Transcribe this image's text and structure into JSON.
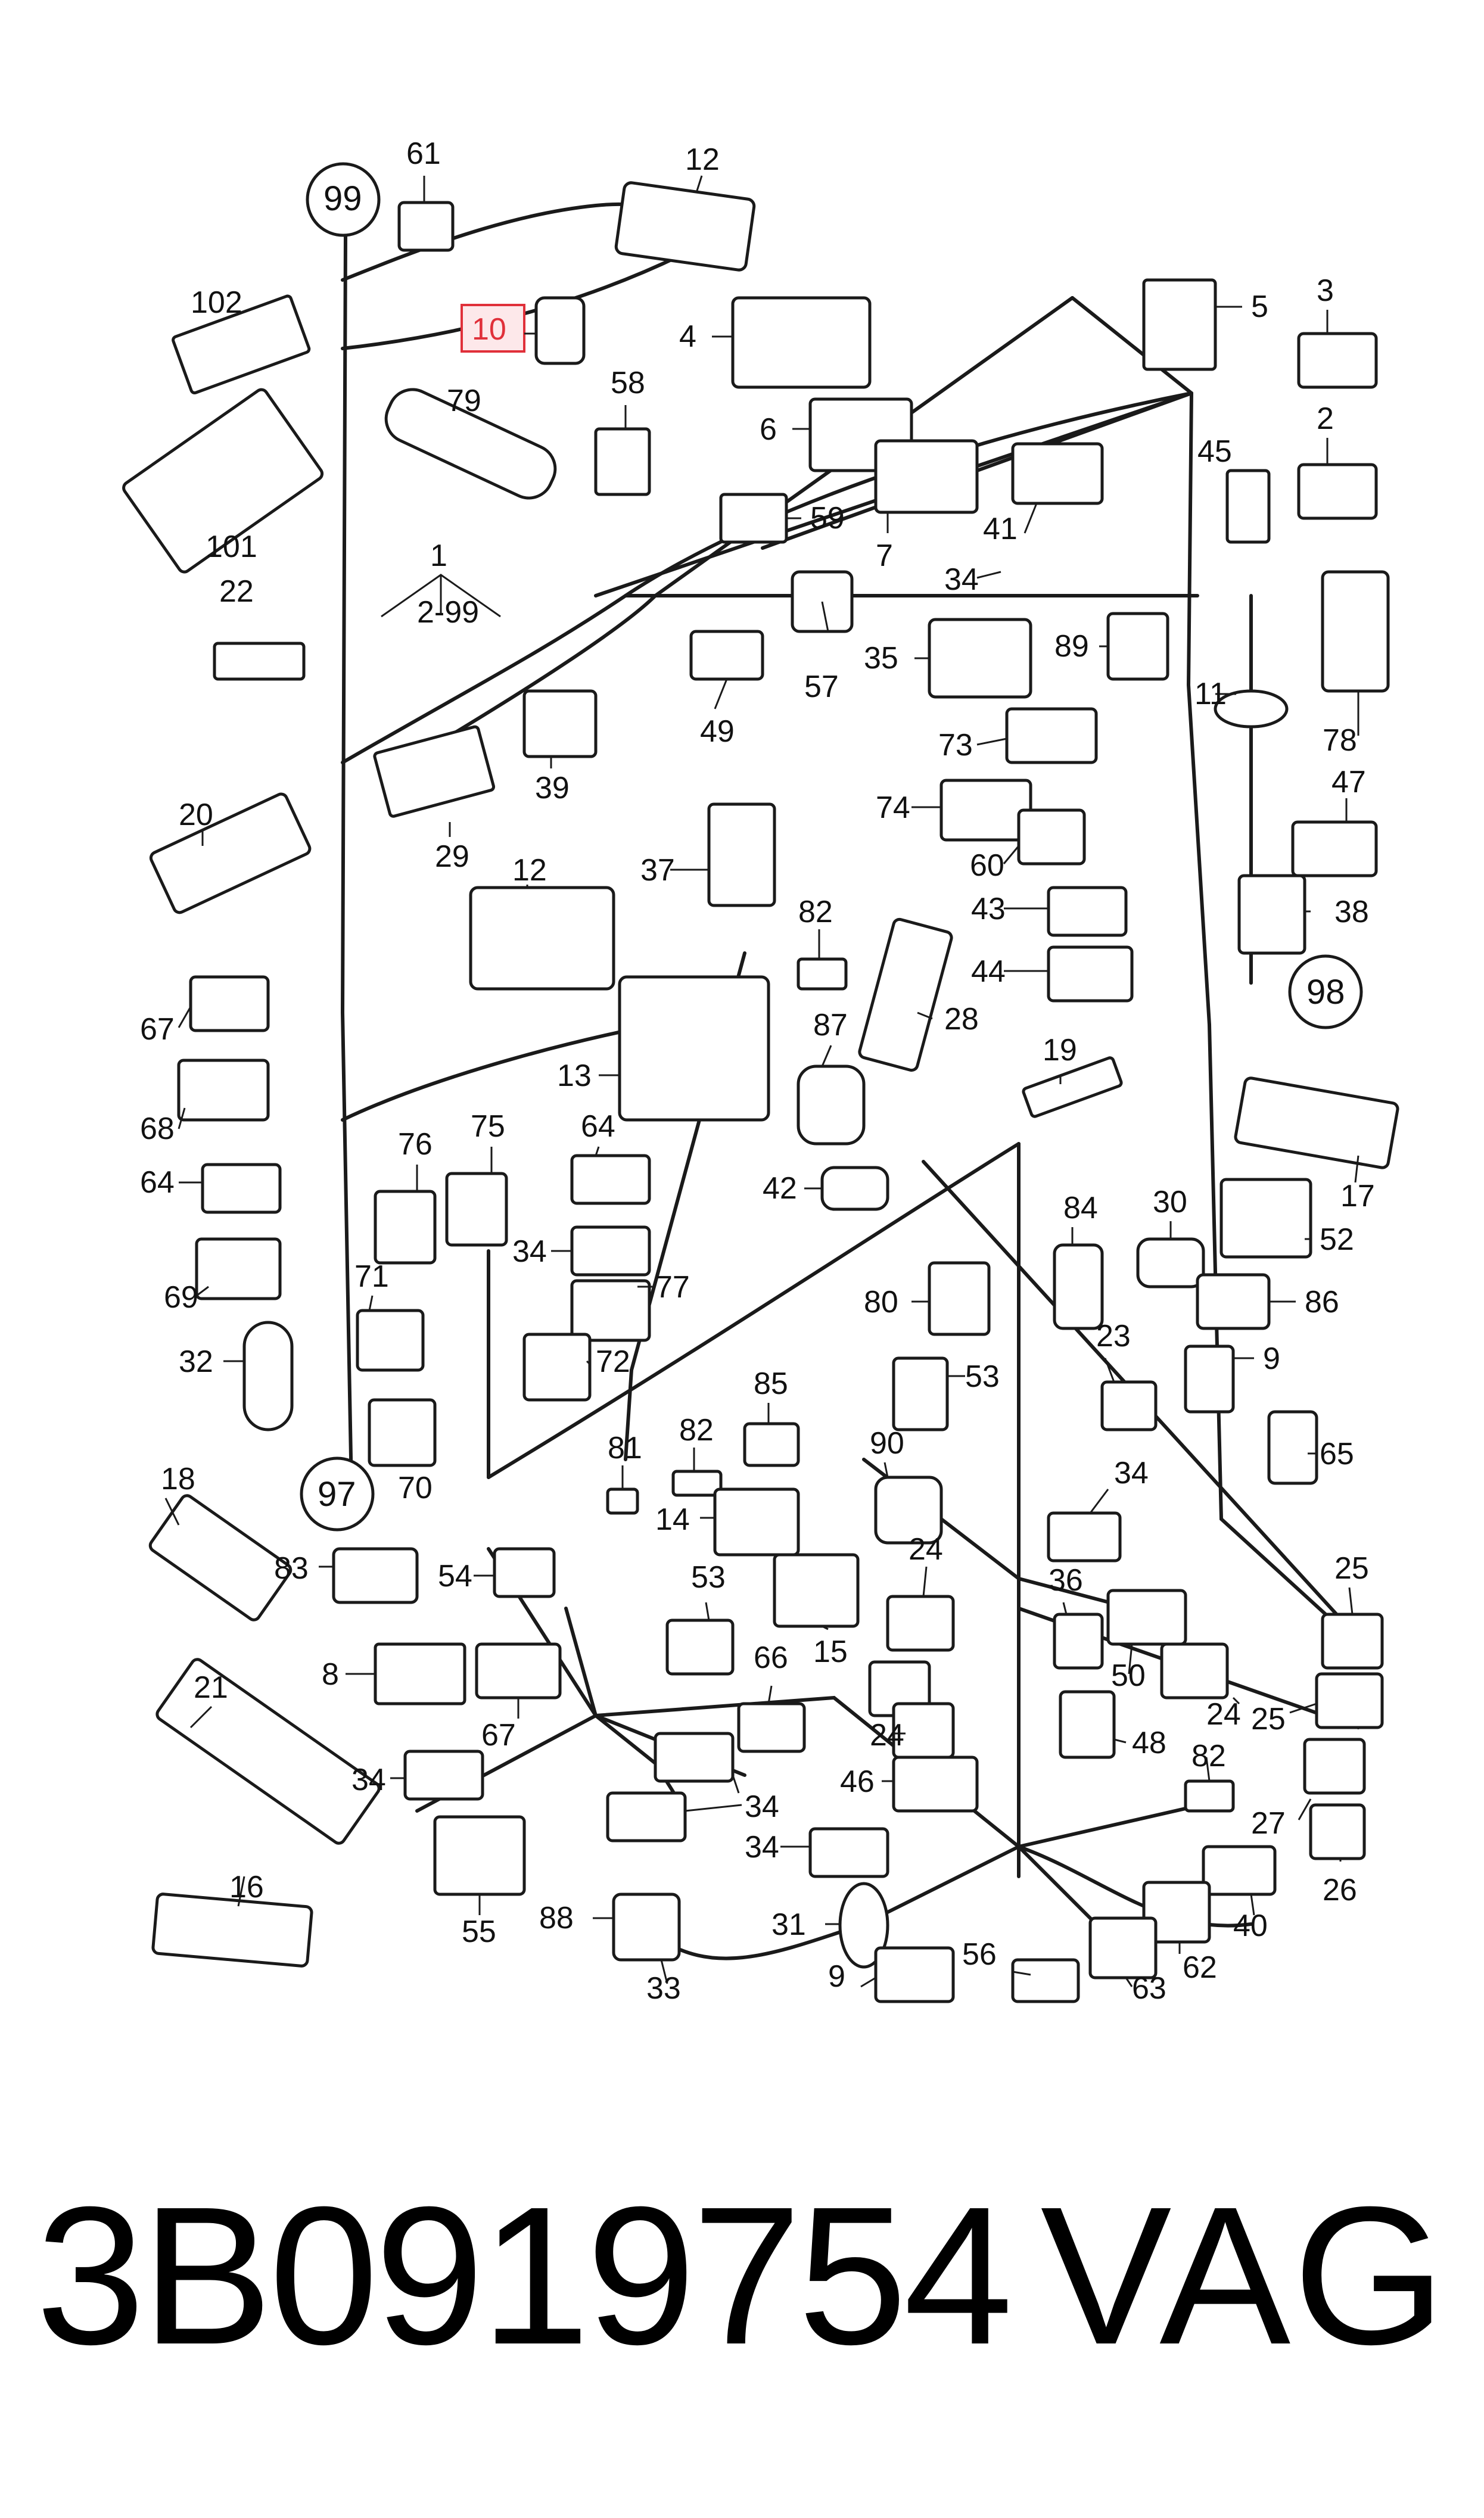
{
  "diagram": {
    "callouts": [
      {
        "id": "c61",
        "text": "61"
      },
      {
        "id": "c12a",
        "text": "12"
      },
      {
        "id": "c99",
        "text": "99",
        "circled": true
      },
      {
        "id": "c102",
        "text": "102"
      },
      {
        "id": "c10",
        "text": "10",
        "highlighted": true
      },
      {
        "id": "c4",
        "text": "4"
      },
      {
        "id": "c5",
        "text": "5"
      },
      {
        "id": "c3",
        "text": "3"
      },
      {
        "id": "c79",
        "text": "79"
      },
      {
        "id": "c58",
        "text": "58"
      },
      {
        "id": "c6",
        "text": "6"
      },
      {
        "id": "c2",
        "text": "2"
      },
      {
        "id": "c45",
        "text": "45"
      },
      {
        "id": "c101",
        "text": "101"
      },
      {
        "id": "c59",
        "text": "59"
      },
      {
        "id": "c41",
        "text": "41"
      },
      {
        "id": "c7",
        "text": "7"
      },
      {
        "id": "c1",
        "text": "1"
      },
      {
        "id": "c2-99",
        "text": "2-99"
      },
      {
        "id": "c22",
        "text": "22"
      },
      {
        "id": "c34a",
        "text": "34"
      },
      {
        "id": "c57",
        "text": "57"
      },
      {
        "id": "c35",
        "text": "35"
      },
      {
        "id": "c89",
        "text": "89"
      },
      {
        "id": "c11",
        "text": "11"
      },
      {
        "id": "c78",
        "text": "78"
      },
      {
        "id": "c49",
        "text": "49"
      },
      {
        "id": "c39",
        "text": "39"
      },
      {
        "id": "c73",
        "text": "73"
      },
      {
        "id": "c47",
        "text": "47"
      },
      {
        "id": "c20",
        "text": "20"
      },
      {
        "id": "c29",
        "text": "29"
      },
      {
        "id": "c74",
        "text": "74"
      },
      {
        "id": "c60",
        "text": "60"
      },
      {
        "id": "c12b",
        "text": "12"
      },
      {
        "id": "c37",
        "text": "37"
      },
      {
        "id": "c43",
        "text": "43"
      },
      {
        "id": "c38",
        "text": "38"
      },
      {
        "id": "c82a",
        "text": "82"
      },
      {
        "id": "c44",
        "text": "44"
      },
      {
        "id": "c98",
        "text": "98",
        "circled": true
      },
      {
        "id": "c67a",
        "text": "67"
      },
      {
        "id": "c28",
        "text": "28"
      },
      {
        "id": "c87",
        "text": "87"
      },
      {
        "id": "c13",
        "text": "13"
      },
      {
        "id": "c19",
        "text": "19"
      },
      {
        "id": "c68",
        "text": "68"
      },
      {
        "id": "c64a",
        "text": "64"
      },
      {
        "id": "c75",
        "text": "75"
      },
      {
        "id": "c76",
        "text": "76"
      },
      {
        "id": "c17",
        "text": "17"
      },
      {
        "id": "c64b",
        "text": "64"
      },
      {
        "id": "c42",
        "text": "42"
      },
      {
        "id": "c30",
        "text": "30"
      },
      {
        "id": "c84",
        "text": "84"
      },
      {
        "id": "c52",
        "text": "52"
      },
      {
        "id": "c34b",
        "text": "34"
      },
      {
        "id": "c77",
        "text": "77"
      },
      {
        "id": "c69",
        "text": "69"
      },
      {
        "id": "c71",
        "text": "71"
      },
      {
        "id": "c80",
        "text": "80"
      },
      {
        "id": "c86",
        "text": "86"
      },
      {
        "id": "c23",
        "text": "23"
      },
      {
        "id": "c32",
        "text": "32"
      },
      {
        "id": "c72",
        "text": "72"
      },
      {
        "id": "c53a",
        "text": "53"
      },
      {
        "id": "c9a",
        "text": "9"
      },
      {
        "id": "c85",
        "text": "85"
      },
      {
        "id": "c65",
        "text": "65"
      },
      {
        "id": "c70",
        "text": "70"
      },
      {
        "id": "c82b",
        "text": "82"
      },
      {
        "id": "c18",
        "text": "18"
      },
      {
        "id": "c81",
        "text": "81"
      },
      {
        "id": "c90",
        "text": "90"
      },
      {
        "id": "c97",
        "text": "97",
        "circled": true
      },
      {
        "id": "c34c",
        "text": "34"
      },
      {
        "id": "c14",
        "text": "14"
      },
      {
        "id": "c83",
        "text": "83"
      },
      {
        "id": "c54",
        "text": "54"
      },
      {
        "id": "c24a",
        "text": "24"
      },
      {
        "id": "c25a",
        "text": "25"
      },
      {
        "id": "c36",
        "text": "36"
      },
      {
        "id": "c15",
        "text": "15"
      },
      {
        "id": "c53b",
        "text": "53"
      },
      {
        "id": "c8",
        "text": "8"
      },
      {
        "id": "c66",
        "text": "66"
      },
      {
        "id": "c50",
        "text": "50"
      },
      {
        "id": "c21",
        "text": "21"
      },
      {
        "id": "c24b",
        "text": "24"
      },
      {
        "id": "c24c",
        "text": "24"
      },
      {
        "id": "c25b",
        "text": "25"
      },
      {
        "id": "c67b",
        "text": "67"
      },
      {
        "id": "c48",
        "text": "48"
      },
      {
        "id": "c34d",
        "text": "34"
      },
      {
        "id": "c46",
        "text": "46"
      },
      {
        "id": "c82c",
        "text": "82"
      },
      {
        "id": "c34e",
        "text": "34"
      },
      {
        "id": "c27",
        "text": "27"
      },
      {
        "id": "c34f",
        "text": "34"
      },
      {
        "id": "c26",
        "text": "26"
      },
      {
        "id": "c16",
        "text": "16"
      },
      {
        "id": "c55",
        "text": "55"
      },
      {
        "id": "c88",
        "text": "88"
      },
      {
        "id": "c31",
        "text": "31"
      },
      {
        "id": "c40",
        "text": "40"
      },
      {
        "id": "c62",
        "text": "62"
      },
      {
        "id": "c56",
        "text": "56"
      },
      {
        "id": "c9b",
        "text": "9"
      },
      {
        "id": "c63",
        "text": "63"
      },
      {
        "id": "c33",
        "text": "33"
      }
    ]
  },
  "caption": {
    "part_number": "3B0919754",
    "brand": "VAG"
  },
  "colors": {
    "line": "#1a1a1a",
    "highlight": "#e0303a",
    "highlight_fill": "#fde8ea"
  }
}
